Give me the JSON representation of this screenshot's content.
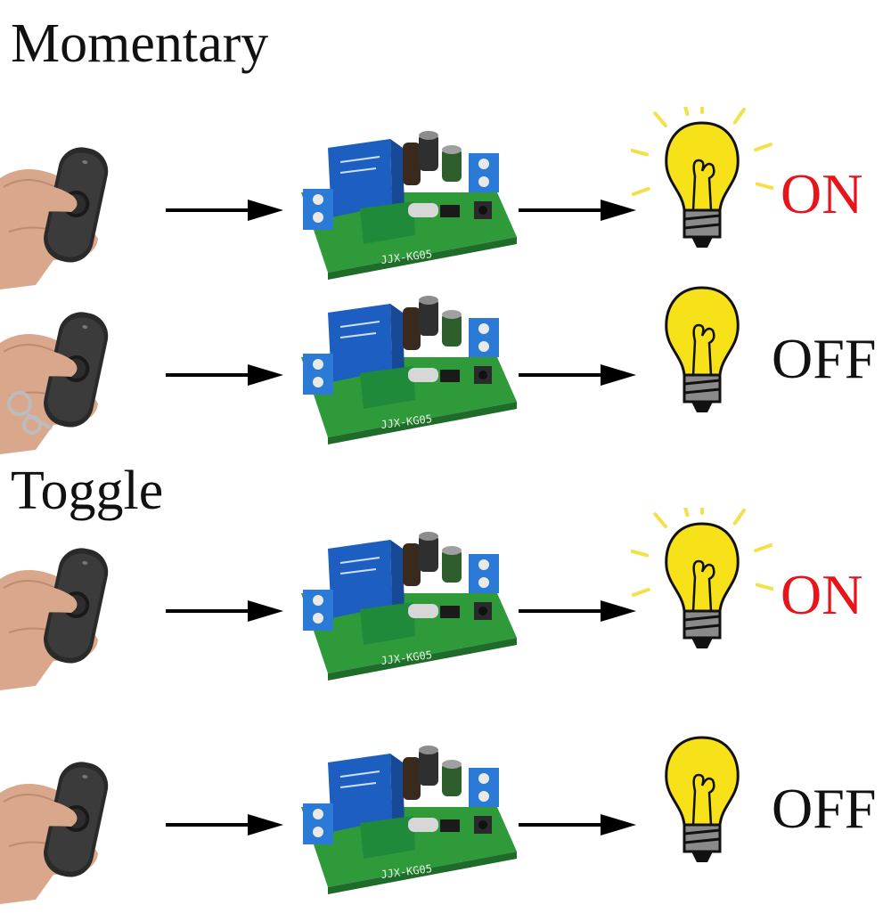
{
  "titles": {
    "momentary": "Momentary",
    "toggle": "Toggle"
  },
  "board_label": "JJX-KG05",
  "rows": [
    {
      "state": "ON",
      "lit": true,
      "state_color": "#e8141c"
    },
    {
      "state": "OFF",
      "lit": false,
      "state_color": "#111111"
    },
    {
      "state": "ON",
      "lit": true,
      "state_color": "#e8141c"
    },
    {
      "state": "OFF",
      "lit": false,
      "state_color": "#111111"
    }
  ],
  "colors": {
    "pcb": "#2e9a3a",
    "relay": "#1d5fc0",
    "terminal": "#2b7ad6",
    "bulb_glass": "#f7e21a",
    "bulb_base": "#8a8a8a",
    "rays": "#f4e04a",
    "remote": "#2a2a2a",
    "skin": "#d9a88c"
  }
}
